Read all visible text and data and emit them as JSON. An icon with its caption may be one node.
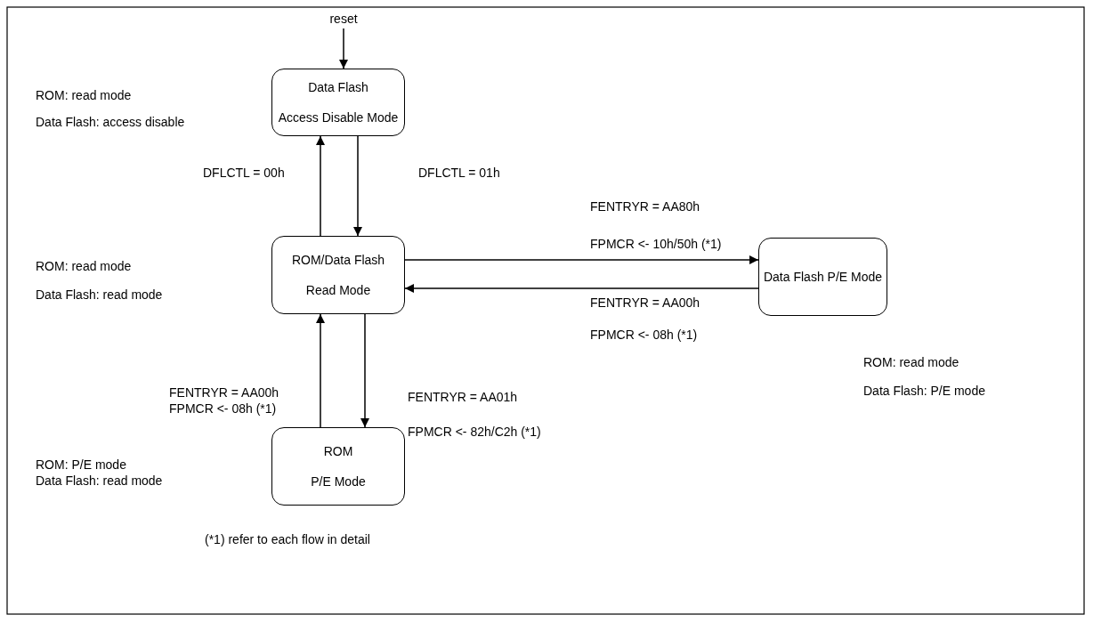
{
  "diagram": {
    "nodes": [
      {
        "text": [
          "reset"
        ]
      },
      {
        "text": [
          "Data Flash",
          "Access Disable Mode"
        ],
        "beside": [
          "ROM: read mode",
          "Data Flash: access disable"
        ]
      },
      {
        "text": [
          "ROM/Data Flash",
          "Read Mode"
        ],
        "beside": [
          "ROM: read mode",
          "Data Flash: read mode"
        ]
      },
      {
        "text": [
          "Data Flash P/E Mode"
        ],
        "beside": [
          "ROM: read mode",
          "Data Flash: P/E mode"
        ]
      },
      {
        "text": [
          "ROM",
          "P/E Mode"
        ],
        "beside": [
          "ROM: P/E mode",
          "Data Flash: read mode"
        ]
      }
    ],
    "edges": [
      {
        "from": 0,
        "to": 1,
        "arrow": "to"
      },
      {
        "from": 2,
        "to": 1,
        "arrow": "to",
        "label": "DFLCTL = 00h"
      },
      {
        "from": 1,
        "to": 2,
        "arrow": "to",
        "label": "DFLCTL = 01h"
      },
      {
        "from": 2,
        "to": 3,
        "arrow": "to",
        "label": "FENTRYR = AA80h FPMCR <- 10h/50h (*1)"
      },
      {
        "from": 3,
        "to": 2,
        "arrow": "to",
        "label": "FENTRYR = AA00h FPMCR <- 08h (*1)"
      },
      {
        "from": 4,
        "to": 2,
        "arrow": "to",
        "label": "FENTRYR = AA00h FPMCR <- 08h (*1)"
      },
      {
        "from": 2,
        "to": 4,
        "arrow": "to",
        "label": "FENTRYR = AA01h FPMCR <- 82h/C2h (*1)"
      }
    ],
    "labels": [
      "(*1) refer to each flow in detail"
    ]
  }
}
